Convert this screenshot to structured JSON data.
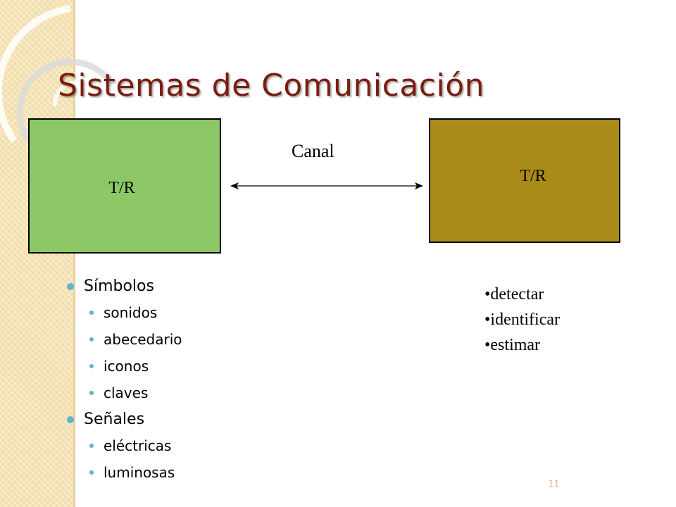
{
  "slide": {
    "title": "Sistemas de Comunicación",
    "page_number": "11"
  },
  "diagram": {
    "left_box_label": "T/R",
    "right_box_label": "T/R",
    "channel_label": "Canal",
    "colors": {
      "left_box": "#8dc866",
      "right_box": "#a98b19",
      "title": "#7a1c10",
      "bullet": "#5fb4c9"
    }
  },
  "left_list": {
    "group1": {
      "label": "Símbolos",
      "items": [
        "sonidos",
        "abecedario",
        "iconos",
        "claves"
      ]
    },
    "group2": {
      "label": "Señales",
      "items": [
        "eléctricas",
        "luminosas"
      ]
    }
  },
  "right_list": {
    "items": [
      "•detectar",
      "•identificar",
      "•estimar"
    ]
  }
}
